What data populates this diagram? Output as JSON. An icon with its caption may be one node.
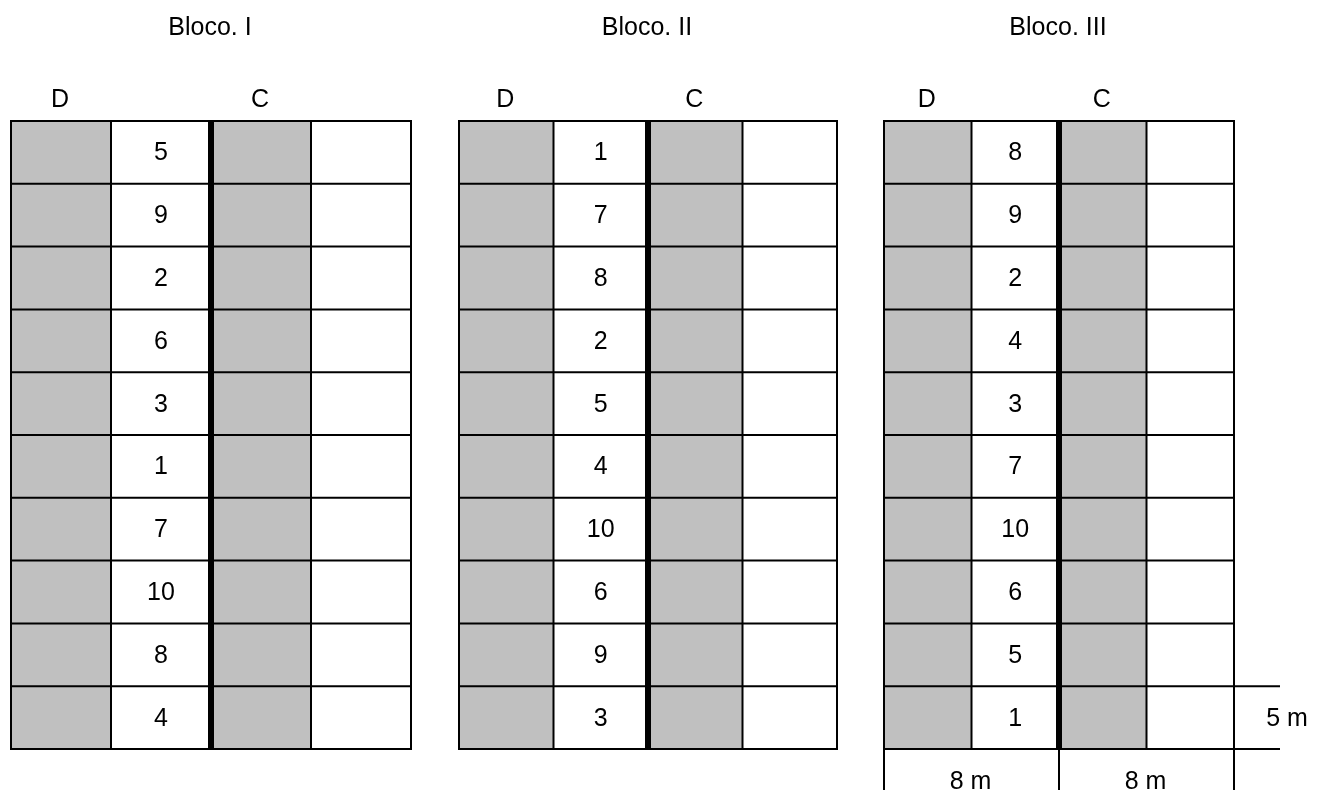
{
  "diagram": {
    "labels": [
      "Bloco. I",
      "Bloco. II",
      "Bloco. III",
      "D",
      "C",
      "D",
      "C",
      "D",
      "C",
      "5",
      "1",
      "8",
      "9",
      "7",
      "9",
      "2",
      "8",
      "2",
      "6",
      "2",
      "4",
      "3",
      "5",
      "3",
      "1",
      "4",
      "7",
      "7",
      "10",
      "10",
      "10",
      "6",
      "6",
      "8",
      "9",
      "5",
      "4",
      "3",
      "1",
      "5 m",
      "8 m",
      "8 m"
    ]
  }
}
